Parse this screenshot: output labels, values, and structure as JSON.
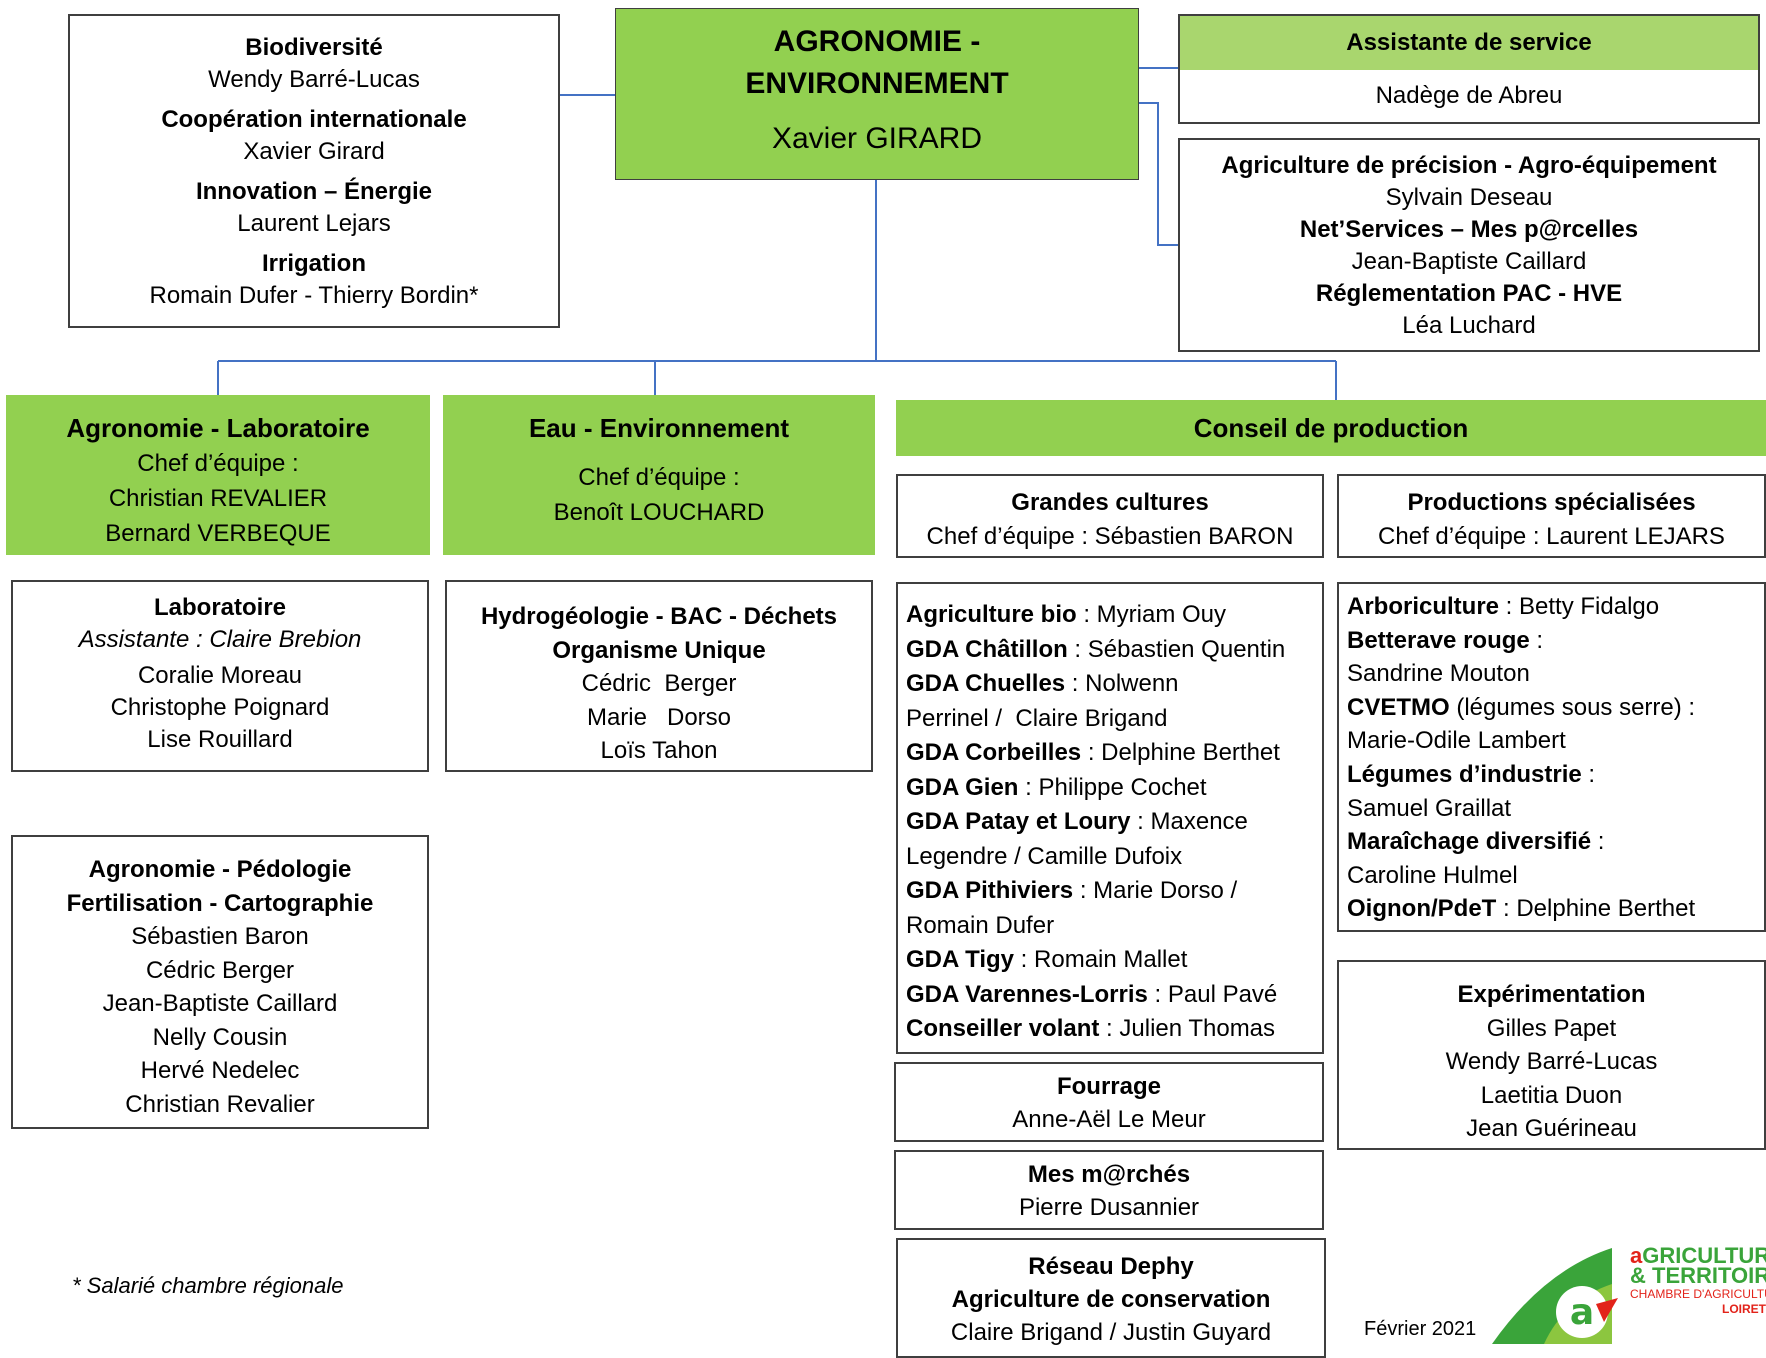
{
  "top": {
    "title": "AGRONOMIE - ENVIRONNEMENT",
    "head": "Xavier GIRARD"
  },
  "left_topics": [
    {
      "label": "Biodiversité",
      "people": "Wendy Barré-Lucas"
    },
    {
      "label": "Coopération internationale",
      "people": "Xavier Girard"
    },
    {
      "label": "Innovation – Énergie",
      "people": "Laurent Lejars"
    },
    {
      "label": "Irrigation",
      "people": "Romain Dufer - Thierry Bordin*"
    }
  ],
  "assistante": {
    "title": "Assistante de service",
    "name": "Nadège de Abreu"
  },
  "right_topics": [
    {
      "label": "Agriculture de précision - Agro-équipement",
      "people": "Sylvain Deseau"
    },
    {
      "label": "Net’Services – Mes p@rcelles",
      "people": "Jean-Baptiste Caillard"
    },
    {
      "label": "Réglementation PAC - HVE",
      "people": "Léa Luchard"
    }
  ],
  "team_agro": {
    "title": "Agronomie - Laboratoire",
    "chef_label": "Chef d’équipe :",
    "chef1": "Christian REVALIER",
    "chef2": "Bernard VERBEQUE"
  },
  "team_eau": {
    "title": "Eau - Environnement",
    "chef_label": "Chef d’équipe :",
    "chef1": "Benoît LOUCHARD"
  },
  "team_conseil": {
    "title": "Conseil de production"
  },
  "grandes": {
    "title": "Grandes cultures",
    "chef": "Chef d’équipe :  Sébastien BARON"
  },
  "specialisees": {
    "title": "Productions spécialisées",
    "chef": "Chef d’équipe :  Laurent LEJARS"
  },
  "laboratoire": {
    "title": "Laboratoire",
    "assistante": "Assistante : Claire Brebion",
    "people": [
      "Coralie Moreau",
      "Christophe Poignard",
      "Lise Rouillard"
    ]
  },
  "pedologie": {
    "title1": "Agronomie - Pédologie",
    "title2": "Fertilisation - Cartographie",
    "people": [
      "Sébastien Baron",
      "Cédric Berger",
      "Jean-Baptiste Caillard",
      "Nelly Cousin",
      "Hervé Nedelec",
      "Christian Revalier"
    ]
  },
  "hydro": {
    "title1": "Hydrogéologie - BAC - Déchets",
    "title2": "Organisme Unique",
    "people": [
      "Cédric  Berger",
      "Marie   Dorso",
      "Loïs Tahon"
    ]
  },
  "gda_rows": [
    {
      "label": "Agriculture bio",
      "text": " : Myriam Ouy"
    },
    {
      "label": "GDA Châtillon",
      "text": " : Sébastien Quentin"
    },
    {
      "label": "GDA Chuelles",
      "text": " : Nolwenn"
    },
    {
      "label": "",
      "text": "Perrinel /  Claire Brigand"
    },
    {
      "label": "GDA Corbeilles",
      "text": " : Delphine Berthet"
    },
    {
      "label": "GDA Gien",
      "text": " : Philippe Cochet"
    },
    {
      "label": "GDA Patay et Loury",
      "text": " : Maxence"
    },
    {
      "label": "",
      "text": "Legendre / Camille Dufoix"
    },
    {
      "label": "GDA Pithiviers",
      "text": " : Marie Dorso /"
    },
    {
      "label": "",
      "text": "Romain Dufer"
    },
    {
      "label": "GDA Tigy",
      "text": " : Romain Mallet"
    },
    {
      "label": "GDA Varennes-Lorris",
      "text": " : Paul Pavé"
    },
    {
      "label": "Conseiller volant",
      "text": " : Julien Thomas"
    }
  ],
  "spec_rows": [
    {
      "label": "Arboriculture",
      "text": " : Betty Fidalgo"
    },
    {
      "label": "Betterave rouge",
      "text": " :"
    },
    {
      "label": "",
      "text": "Sandrine Mouton"
    },
    {
      "label": "CVETMO",
      "text": " (légumes sous serre) :"
    },
    {
      "label": "",
      "text": "Marie-Odile Lambert"
    },
    {
      "label": "Légumes d’industrie",
      "text": " :"
    },
    {
      "label": "",
      "text": "Samuel Graillat"
    },
    {
      "label": "Maraîchage diversifié",
      "text": " :"
    },
    {
      "label": "",
      "text": "Caroline Hulmel"
    },
    {
      "label": "Oignon/PdeT",
      "text": " : Delphine Berthet"
    }
  ],
  "experimentation": {
    "title": "Expérimentation",
    "people": [
      "Gilles Papet",
      "Wendy Barré-Lucas",
      "Laetitia Duon",
      "Jean Guérineau"
    ]
  },
  "fourrage": {
    "title": "Fourrage",
    "people": "Anne-Aël Le Meur"
  },
  "marches": {
    "title": "Mes m@rchés",
    "people": "Pierre Dusannier"
  },
  "dephy": {
    "title1": "Réseau Dephy",
    "title2": "Agriculture de conservation",
    "people": "Claire Brigand / Justin Guyard"
  },
  "footnote": "* Salarié chambre régionale",
  "date": "Février 2021",
  "logo": {
    "line1_a": "a",
    "line1": "GRICULTURE",
    "line2": "& TERRITOIRE",
    "line3": "CHAMBRE D'AGRICULTURE",
    "line4": "LOIRET"
  },
  "colors": {
    "green": "#92d050",
    "light_green": "#a9d66e",
    "connector": "#4472c4"
  }
}
